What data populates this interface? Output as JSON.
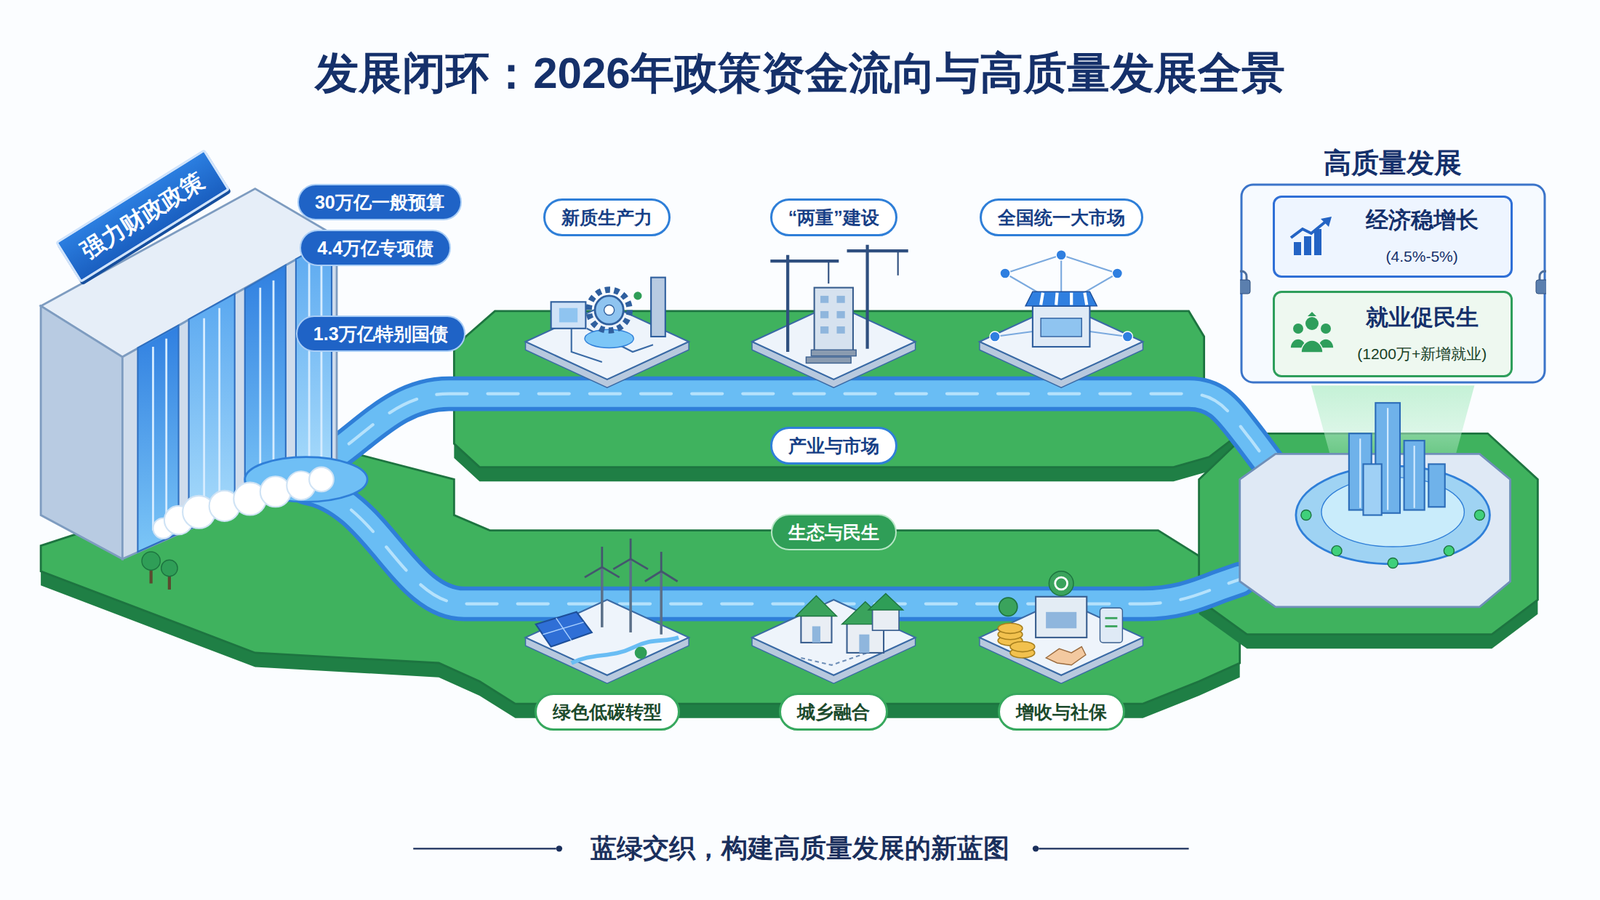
{
  "diagram": {
    "title": "发展闭环：2026年政策资金流向与高质量发展全景",
    "caption": "蓝绿交织，构建高质量发展的新蓝图",
    "nodes": [
      {
        "text": [
          "强力财政政策"
        ]
      },
      {
        "text": [
          "30万亿一般预算"
        ]
      },
      {
        "text": [
          "4.4万亿专项债"
        ]
      },
      {
        "text": [
          "1.3万亿特别国债"
        ]
      },
      {
        "text": [
          "新质生产力"
        ]
      },
      {
        "text": [
          "“两重”建设"
        ]
      },
      {
        "text": [
          "全国统一大市场"
        ]
      },
      {
        "text": [
          "高质量发展"
        ]
      },
      {
        "text": [
          "经济稳增长",
          "(4.5%-5%)"
        ],
        "in": 7
      },
      {
        "text": [
          "就业促民生",
          "(1200万+新增就业)"
        ],
        "in": 7
      },
      {
        "text": [
          "产业与市场"
        ]
      },
      {
        "text": [
          "生态与民生"
        ]
      },
      {
        "text": [
          "绿色低碳转型"
        ]
      },
      {
        "text": [
          "城乡融合"
        ]
      },
      {
        "text": [
          "增收与社保"
        ]
      }
    ]
  }
}
